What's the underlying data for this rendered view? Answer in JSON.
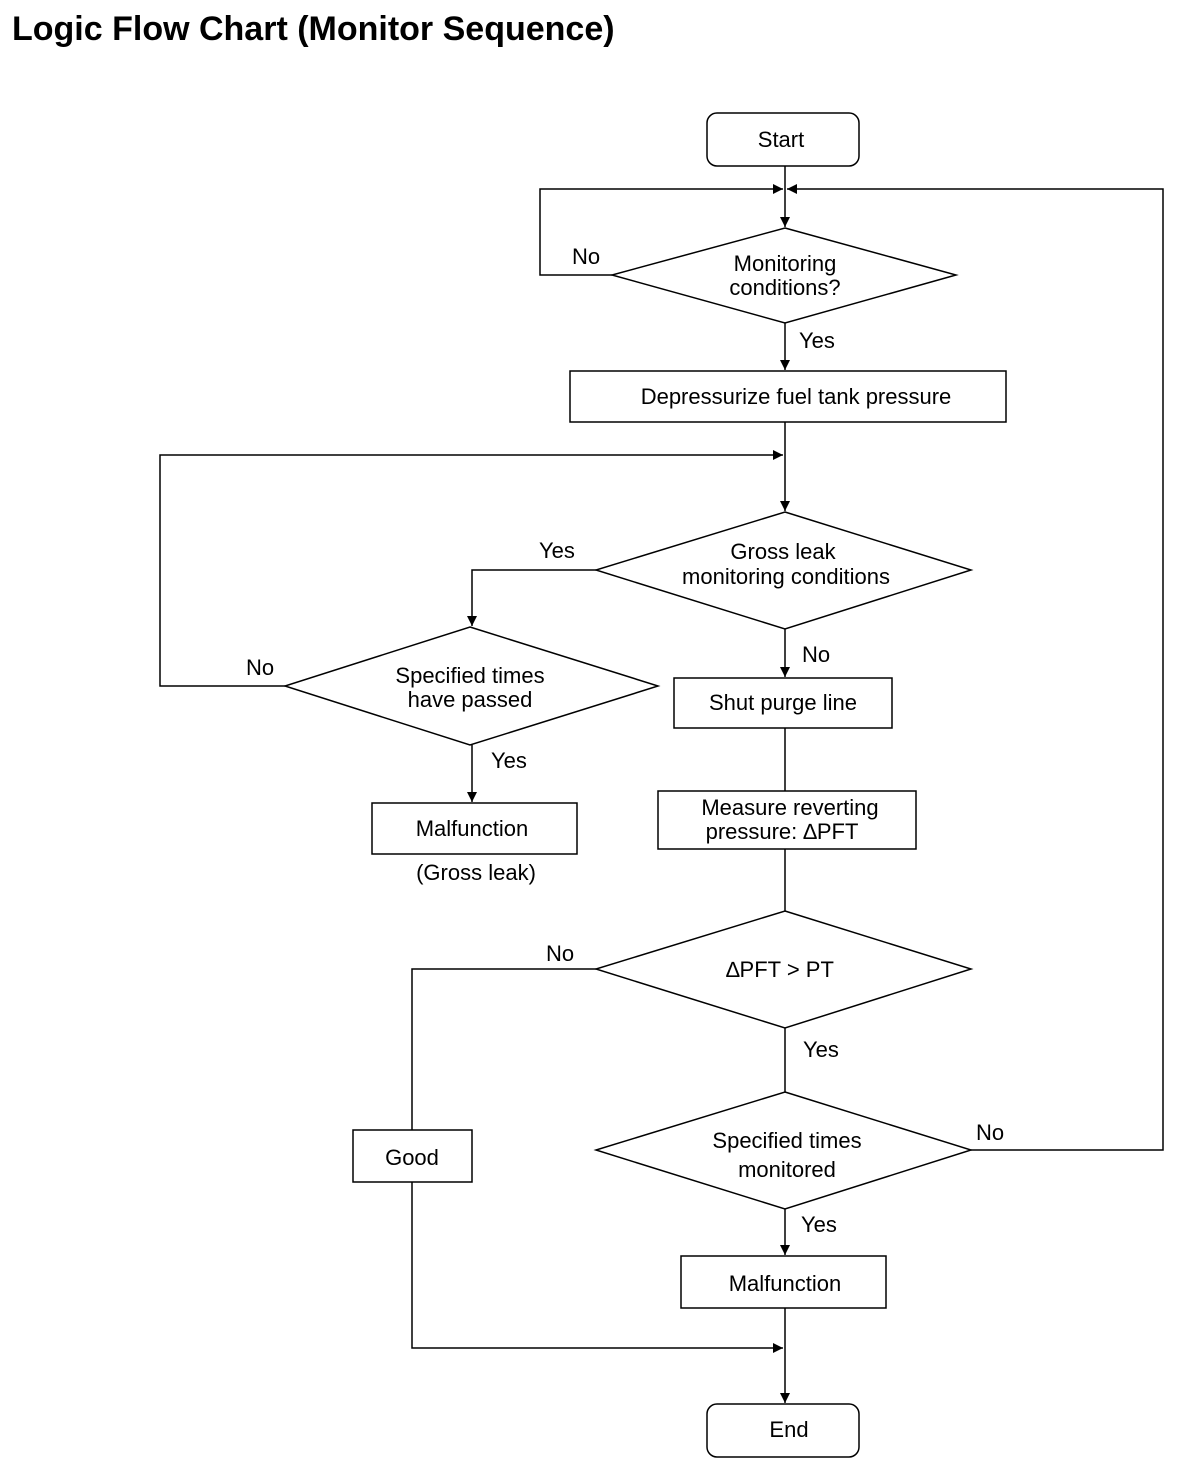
{
  "title": "Logic Flow Chart (Monitor Sequence)",
  "nodes": {
    "start": "Start",
    "monitoring_conditions": [
      "Monitoring",
      "conditions?"
    ],
    "depressurize": "Depressurize fuel tank pressure",
    "gross_leak_conditions": [
      "Gross leak",
      "monitoring conditions"
    ],
    "specified_times_passed": [
      "Specified times",
      "have passed"
    ],
    "malfunction_gross": "Malfunction",
    "gross_leak_note": "(Gross leak)",
    "shut_purge": "Shut purge line",
    "measure_pressure": [
      "Measure reverting",
      "pressure:  ∆PFT"
    ],
    "pft_compare": "∆PFT > PT",
    "good": "Good",
    "specified_times_monitored": [
      "Specified times",
      "monitored"
    ],
    "malfunction": "Malfunction",
    "end": "End"
  },
  "edge_labels": {
    "monitoring_no": "No",
    "monitoring_yes": "Yes",
    "gross_yes": "Yes",
    "gross_no": "No",
    "passed_no": "No",
    "passed_yes": "Yes",
    "pft_no": "No",
    "pft_yes": "Yes",
    "monitored_no": "No",
    "monitored_yes": "Yes"
  }
}
